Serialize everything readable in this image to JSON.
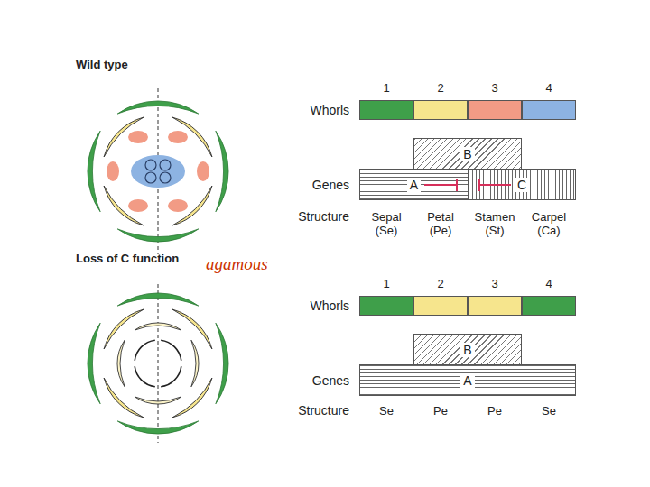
{
  "diagram": {
    "nodes": [
      {
        "text": [
          "1"
        ]
      },
      {
        "text": [
          "2"
        ]
      },
      {
        "text": [
          "3"
        ]
      },
      {
        "text": [
          "4"
        ]
      },
      {
        "text": [
          "B"
        ]
      },
      {
        "text": [
          "A"
        ]
      },
      {
        "text": [
          "C"
        ]
      },
      {
        "text": [
          "1"
        ]
      },
      {
        "text": [
          "2"
        ]
      },
      {
        "text": [
          "3"
        ]
      },
      {
        "text": [
          "4"
        ]
      },
      {
        "text": [
          "B"
        ]
      },
      {
        "text": [
          "A"
        ]
      }
    ],
    "labels": [
      "Wild type",
      "Whorls",
      "Genes",
      "Structure",
      "Sepal (Se)",
      "Petal (Pe)",
      "Stamen (St)",
      "Carpel (Ca)",
      "Loss of C function",
      "agamous",
      "Whorls",
      "Genes",
      "Structure",
      "Se",
      "Pe",
      "Pe",
      "Se"
    ]
  }
}
